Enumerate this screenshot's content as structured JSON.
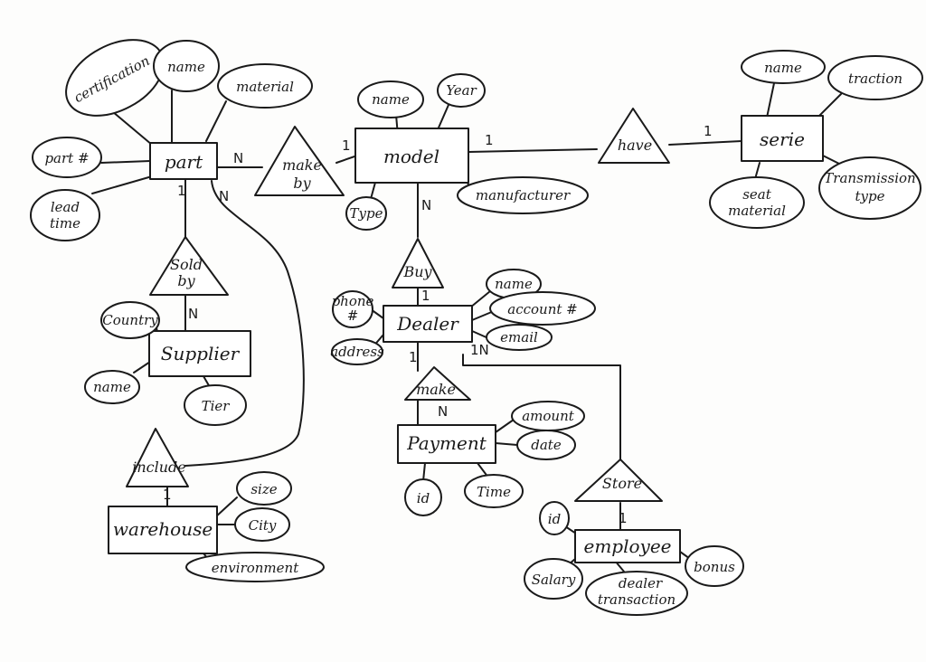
{
  "entities": {
    "part": "part",
    "model": "model",
    "serie": "serie",
    "dealer": "Dealer",
    "supplier": "Supplier",
    "payment": "Payment",
    "warehouse": "warehouse",
    "employee": "employee"
  },
  "relationships": {
    "make_by": [
      "make",
      "by"
    ],
    "have": "have",
    "sold_by": [
      "Sold",
      "by"
    ],
    "buy": "Buy",
    "make": "make",
    "include": "include",
    "store": "Store"
  },
  "attributes": {
    "part_certification": "certification",
    "part_name": "name",
    "part_material": "material",
    "part_number": "part #",
    "part_lead_time": [
      "lead",
      "time"
    ],
    "model_name": "name",
    "model_year": "Year",
    "model_type": "Type",
    "model_manufacturer": "manufacturer",
    "serie_name": "name",
    "serie_traction": "traction",
    "serie_seat_material": [
      "seat",
      "material"
    ],
    "serie_transmission_type": [
      "Transmission",
      "type"
    ],
    "supplier_country": "Country",
    "supplier_name": "name",
    "supplier_tier": "Tier",
    "dealer_phone": [
      "phone",
      "#"
    ],
    "dealer_address": "address",
    "dealer_name": "name",
    "dealer_account": "account #",
    "dealer_email": "email",
    "payment_amount": "amount",
    "payment_date": "date",
    "payment_id": "id",
    "payment_time": "Time",
    "warehouse_size": "size",
    "warehouse_city": "City",
    "warehouse_environment": "environment",
    "employee_id": "id",
    "employee_salary": "Salary",
    "employee_dealer_transaction": [
      "dealer",
      "transaction"
    ],
    "employee_bonus": "bonus"
  },
  "cardinalities": {
    "part_makeby": "N",
    "makeby_model": "1",
    "model_have": "1",
    "have_serie": "1",
    "part_soldby": "1",
    "soldby_supplier": "N",
    "part_include": "N",
    "include_warehouse": "1",
    "model_buy": "N",
    "buy_dealer": "1",
    "dealer_make": "1",
    "make_payment": "N",
    "dealer_store": "1N",
    "store_employee": "1"
  }
}
